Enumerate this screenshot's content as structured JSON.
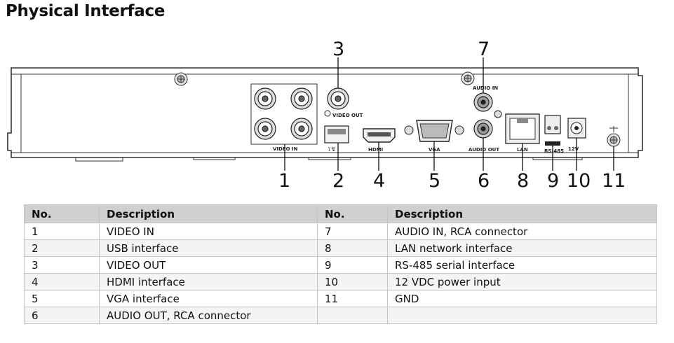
{
  "title": "Physical Interface",
  "panel": {
    "port_labels": {
      "video_in": "VIDEO IN",
      "video_out": "VIDEO OUT",
      "hdmi": "HDMI",
      "vga": "VGA",
      "audio_in": "AUDIO IN",
      "audio_out": "AUDIO OUT",
      "lan": "LAN",
      "rs485": "RS-485",
      "power": "12V"
    },
    "callouts": [
      "1",
      "2",
      "3",
      "4",
      "5",
      "6",
      "7",
      "8",
      "9",
      "10",
      "11"
    ]
  },
  "table": {
    "headers": [
      "No.",
      "Description",
      "No.",
      "Description"
    ],
    "rows": [
      [
        "1",
        "VIDEO IN",
        "7",
        "AUDIO IN, RCA connector"
      ],
      [
        "2",
        "USB interface",
        "8",
        "LAN network interface"
      ],
      [
        "3",
        "VIDEO OUT",
        "9",
        "RS-485 serial interface"
      ],
      [
        "4",
        "HDMI interface",
        "10",
        "12 VDC power input"
      ],
      [
        "5",
        "VGA interface",
        "11",
        "GND"
      ],
      [
        "6",
        "AUDIO OUT, RCA connector",
        "",
        ""
      ]
    ]
  }
}
